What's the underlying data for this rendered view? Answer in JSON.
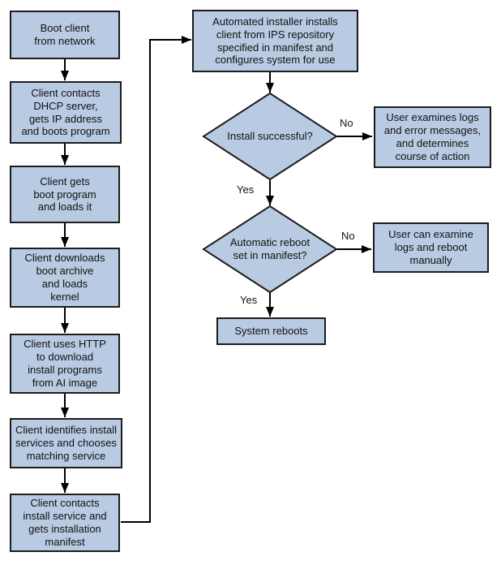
{
  "colors": {
    "background": "#ffffff",
    "node_fill": "#b9cbe2",
    "node_border": "#1c1c1c",
    "line": "#000000"
  },
  "nodes": {
    "boot_client": [
      "Boot client",
      "from network"
    ],
    "dhcp": [
      "Client contacts",
      "DHCP server,",
      "gets IP address",
      "and boots program"
    ],
    "boot_program": [
      "Client gets",
      "boot program",
      "and loads it"
    ],
    "boot_archive": [
      "Client downloads",
      "boot archive",
      "and loads",
      "kernel"
    ],
    "http_download": [
      "Client uses HTTP",
      "to download",
      "install programs",
      "from AI image"
    ],
    "identify_services": [
      "Client identifies install",
      "services and chooses",
      "matching service"
    ],
    "contact_service": [
      "Client contacts",
      "install service and",
      "gets installation",
      "manifest"
    ],
    "automated_installer": [
      "Automated installer installs",
      "client from IPS repository",
      "specified in manifest and",
      "configures system for use"
    ],
    "install_successful": [
      "Install successful?"
    ],
    "examine_logs": [
      "User examines logs",
      "and error messages,",
      "and determines",
      "course of action"
    ],
    "auto_reboot": [
      "Automatic reboot",
      "set in manifest?"
    ],
    "examine_reboot": [
      "User can examine",
      "logs and reboot",
      "manually"
    ],
    "system_reboots": [
      "System reboots"
    ]
  },
  "edge_labels": {
    "install_no": "No",
    "install_yes": "Yes",
    "reboot_no": "No",
    "reboot_yes": "Yes"
  }
}
